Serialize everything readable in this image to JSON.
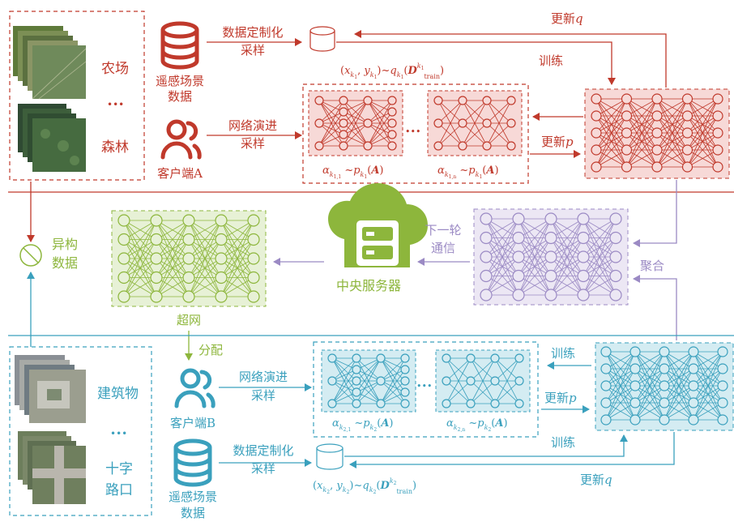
{
  "colors": {
    "red": "#c0392b",
    "green": "#8db63c",
    "purple": "#9b8ac4",
    "blue": "#3aa0bd",
    "gray": "#999999"
  },
  "client_a": {
    "scene_classes": [
      "农场",
      "森林"
    ],
    "ellipsis": "•••",
    "remote_sensing_data": [
      "遥感场景",
      "数据"
    ],
    "client_name": "客户端A",
    "data_sampling": [
      "数据定制化",
      "采样"
    ],
    "network_sampling": [
      "网络演进",
      "采样"
    ],
    "sample_formula": "(x_{k1}, y_{k1})~q_{k1}(D_train^{k1})",
    "update_q": "更新q",
    "train": "训练",
    "update_p": "更新p",
    "alpha_formula_1": "α_{k1,1} ~p_{k1}(A)",
    "alpha_formula_n": "α_{k1,n} ~p_{k1}(A)"
  },
  "center": {
    "heterogeneous_data": [
      "异构",
      "数据"
    ],
    "supernet": "超网",
    "central_server": "中央服务器",
    "next_round": [
      "下一轮",
      "通信"
    ],
    "aggregate": "聚合",
    "distribute": "分配"
  },
  "client_b": {
    "scene_classes": [
      "建筑物",
      "十字",
      "路口"
    ],
    "ellipsis": "•••",
    "remote_sensing_data": [
      "遥感场景",
      "数据"
    ],
    "client_name": "客户端B",
    "data_sampling": [
      "数据定制化",
      "采样"
    ],
    "network_sampling": [
      "网络演进",
      "采样"
    ],
    "sample_formula": "(x_{k2}, y_{k2})~q_{k2}(D_train^{k2})",
    "update_q": "更新q",
    "train_top": "训练",
    "train_bottom": "训练",
    "update_p": "更新p",
    "alpha_formula_1": "α_{k2,1} ~p_{k2}(A)",
    "alpha_formula_n": "α_{k2,n} ~p_{k2}(A)"
  }
}
